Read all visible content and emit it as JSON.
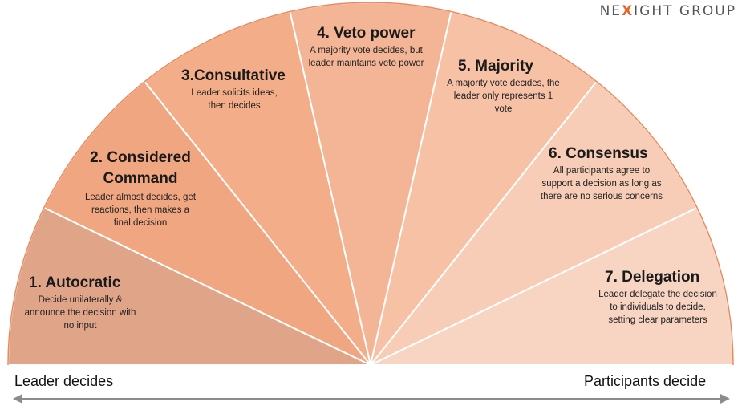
{
  "brand": {
    "prefix": "NE",
    "x": "X",
    "suffix": "IGHT GROUP"
  },
  "segments": [
    {
      "title": "1. Autocratic",
      "description": "Decide unilaterally & announce the decision with no input",
      "color": "#e0a589"
    },
    {
      "title": "2. Considered Command",
      "description": "Leader almost decides, get reactions, then makes a final decision",
      "color": "#f0a680"
    },
    {
      "title": "3.Consultative",
      "description": "Leader solicits ideas, then decides",
      "color": "#f3ad88"
    },
    {
      "title": "4. Veto power",
      "description": "A majority vote decides, but leader maintains veto power",
      "color": "#f4b596"
    },
    {
      "title": "5. Majority",
      "description": "A majority vote decides, the leader only represents 1 vote",
      "color": "#f6c1a5"
    },
    {
      "title": "6. Consensus",
      "description": "All participants agree to support a decision as long as there are no serious concerns",
      "color": "#f8cdb7"
    },
    {
      "title": "7. Delegation",
      "description": "Leader delegate the decision to individuals to decide, setting clear parameters",
      "color": "#f8d5c3"
    }
  ],
  "axis": {
    "left_label": "Leader decides",
    "right_label": "Participants decide"
  }
}
